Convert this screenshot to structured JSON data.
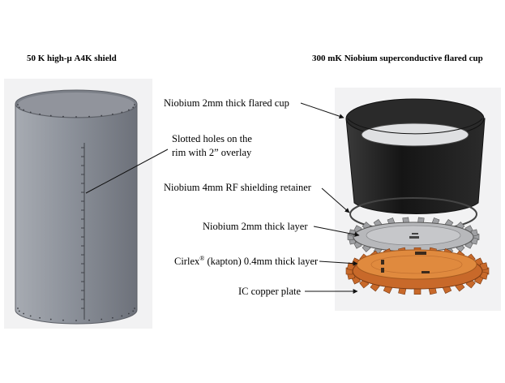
{
  "titles": {
    "left": "50 K high-μ A4K shield",
    "right": "300 mK Niobium superconductive flared cup"
  },
  "labels": {
    "slotted_line1": "Slotted holes on the",
    "slotted_line2": "rim with 2” overlay",
    "flared_cup": "Niobium 2mm thick flared cup",
    "retainer": "Niobium 4mm RF shielding retainer",
    "layer": "Niobium 2mm thick layer",
    "cirlex_prefix": "Cirlex",
    "cirlex_sup": "®",
    "cirlex_suffix": " (kapton) 0.4mm thick layer",
    "copper": "IC copper plate"
  },
  "colors": {
    "shield": "#8e939c",
    "niobium_cup": "#1d1d1d",
    "copper": "#d9792f",
    "kapton": "#e08a3e"
  }
}
